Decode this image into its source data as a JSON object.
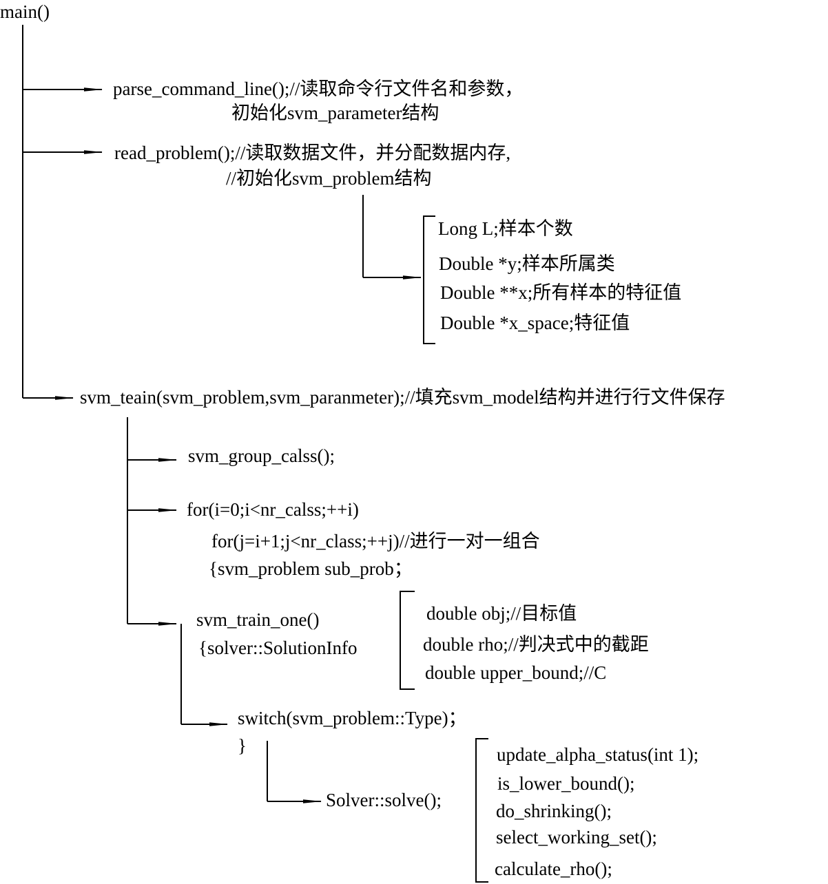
{
  "root": "main()",
  "level1": {
    "parse": "parse_command_line();//读取命令行文件名和参数，",
    "parse_cont": "初始化svm_parameter结构",
    "read": "read_problem();//读取数据文件，并分配数据内存,",
    "read_cont": "//初始化svm_problem结构",
    "train": "svm_teain(svm_problem,svm_paranmeter);//填充svm_model结构并进行行文件保存"
  },
  "problem_fields": [
    "Long L;样本个数",
    "Double *y;样本所属类",
    "Double **x;所有样本的特征值",
    "Double *x_space;特征值"
  ],
  "train_steps": {
    "group": "svm_group_calss();",
    "for_i": "for(i=0;i<nr_calss;++i)",
    "for_j": "for(j=i+1;j<nr_class;++j)//进行一对一组合",
    "sub_prob": "{svm_problem sub_prob；",
    "train_one": "svm_train_one()",
    "solution_info": "{solver::SolutionInfo"
  },
  "solution_fields": [
    "double obj;//目标值",
    "double rho;//判决式中的截距",
    "double upper_bound;//C"
  ],
  "switch_stmt": "switch(svm_problem::Type)；",
  "switch_close": "}",
  "solver": "Solver::solve();",
  "solver_steps": [
    "update_alpha_status(int 1);",
    "is_lower_bound();",
    "do_shrinking();",
    "select_working_set();",
    "calculate_rho();"
  ]
}
